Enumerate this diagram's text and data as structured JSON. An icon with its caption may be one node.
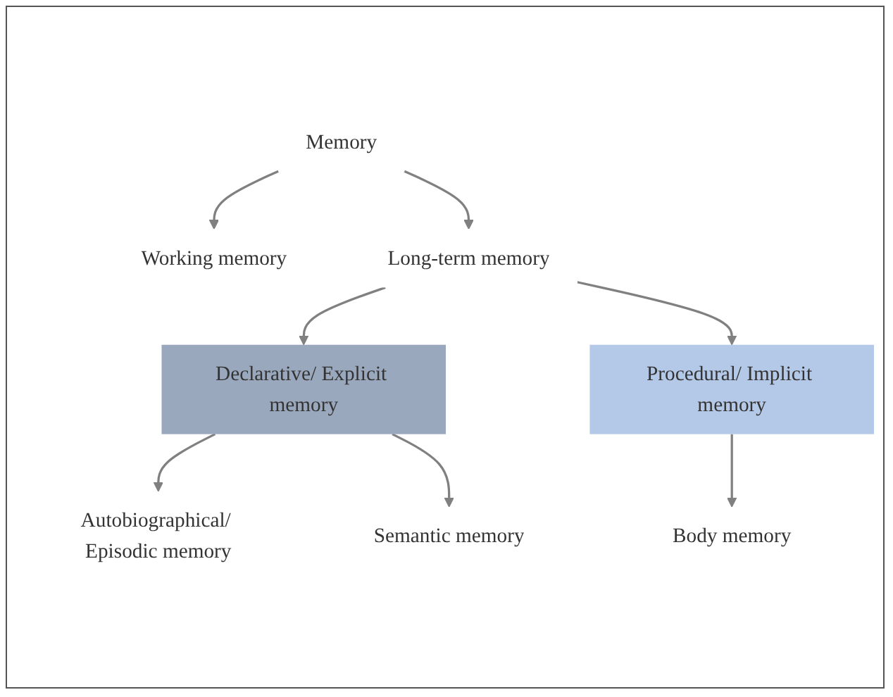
{
  "diagram": {
    "nodes": [
      {
        "text": [
          "Memory"
        ]
      },
      {
        "text": [
          "Working memory"
        ]
      },
      {
        "text": [
          "Long-term memory"
        ]
      },
      {
        "text": [
          "Declarative/ Explicit memory"
        ]
      },
      {
        "text": [
          "Procedural/ Implicit memory"
        ]
      },
      {
        "text": [
          "Autobiographical/ Episodic memory"
        ]
      },
      {
        "text": [
          "Semantic memory"
        ]
      },
      {
        "text": [
          "Body memory"
        ]
      }
    ],
    "edges": [
      {
        "from": 0,
        "to": 1,
        "arrow": "to"
      },
      {
        "from": 0,
        "to": 2,
        "arrow": "to"
      },
      {
        "from": 2,
        "to": 3,
        "arrow": "to"
      },
      {
        "from": 2,
        "to": 4,
        "arrow": "to"
      },
      {
        "from": 3,
        "to": 5,
        "arrow": "to"
      },
      {
        "from": 3,
        "to": 6,
        "arrow": "to"
      },
      {
        "from": 4,
        "to": 7,
        "arrow": "to"
      }
    ]
  }
}
